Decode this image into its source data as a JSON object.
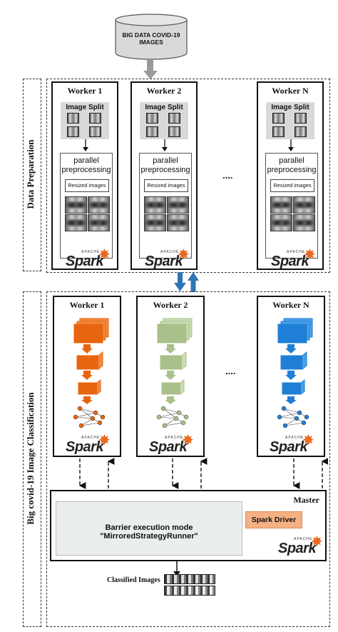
{
  "source": {
    "label": "BIG DATA COVID-19\nIMAGES"
  },
  "sections": {
    "preparation": "Data Preparation",
    "classification": "Big covid-19 Image Classification"
  },
  "prep_workers": [
    {
      "title": "Worker 1",
      "split": "Image Split",
      "pp": "parallel\npreprocessing",
      "resized": "Resized images"
    },
    {
      "title": "Worker 2",
      "split": "Image Split",
      "pp": "parallel\npreprocessing",
      "resized": "Resized images"
    },
    {
      "title": "Worker N",
      "split": "Image Split",
      "pp": "parallel\npreprocessing",
      "resized": "Resized images"
    }
  ],
  "class_workers": [
    {
      "title": "Worker 1",
      "color": "#e8650f",
      "light": "#f08a3c"
    },
    {
      "title": "Worker 2",
      "color": "#a9c08a",
      "light": "#cbdcb3"
    },
    {
      "title": "Worker N",
      "color": "#1f7fd6",
      "light": "#4aa0e8"
    }
  ],
  "ellipsis": "....",
  "spark": {
    "apache": "APACHE",
    "name": "Spark"
  },
  "master": {
    "label": "Master",
    "barrier": "Barrier execution mode \"MirroredStrategyRunner\"",
    "driver": "Spark Driver"
  },
  "output": {
    "label": "Classified Images"
  }
}
